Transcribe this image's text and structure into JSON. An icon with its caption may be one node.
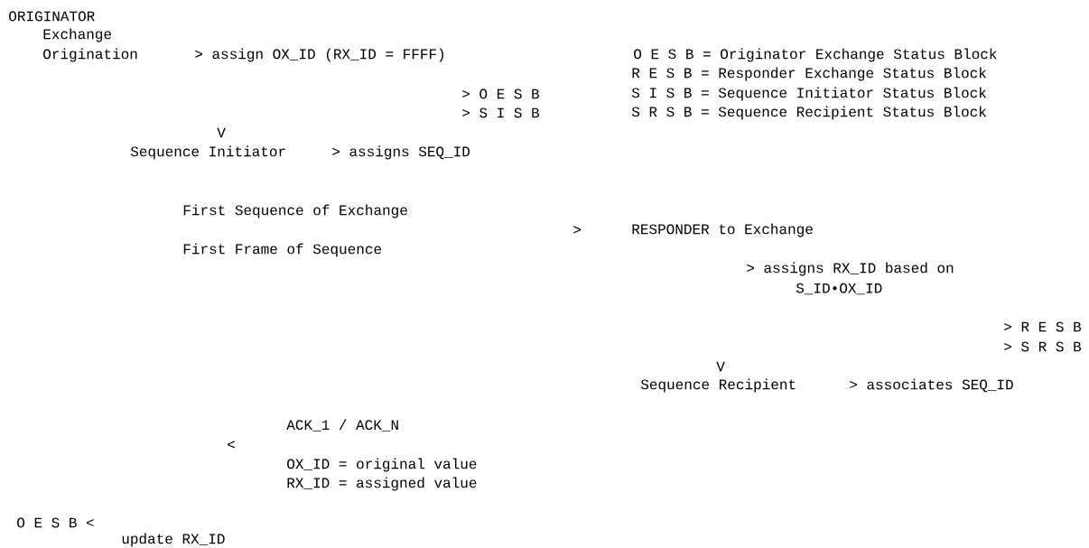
{
  "diagram": {
    "labels": [
      "ORIGINATOR",
      "Exchange",
      "Origination",
      "> assign OX_ID (RX_ID = FFFF)",
      "O E S B = Originator Exchange Status Block",
      "R E S B = Responder Exchange Status Block",
      "> O E S B",
      "S I S B = Sequence Initiator Status Block",
      "> S I S B",
      "S R S B = Sequence Recipient Status Block",
      "V",
      "Sequence Initiator",
      "> assigns SEQ_ID",
      "First Sequence of Exchange",
      ">",
      "RESPONDER to Exchange",
      "First Frame of Sequence",
      "> assigns RX_ID based on",
      "S_ID•OX_ID",
      "> R E S B",
      "> S R S B",
      "V",
      "Sequence Recipient",
      "> associates SEQ_ID",
      "ACK_1 / ACK_N",
      "<",
      "OX_ID = original value",
      "RX_ID = assigned value",
      "O E S B <",
      "update RX_ID"
    ]
  }
}
